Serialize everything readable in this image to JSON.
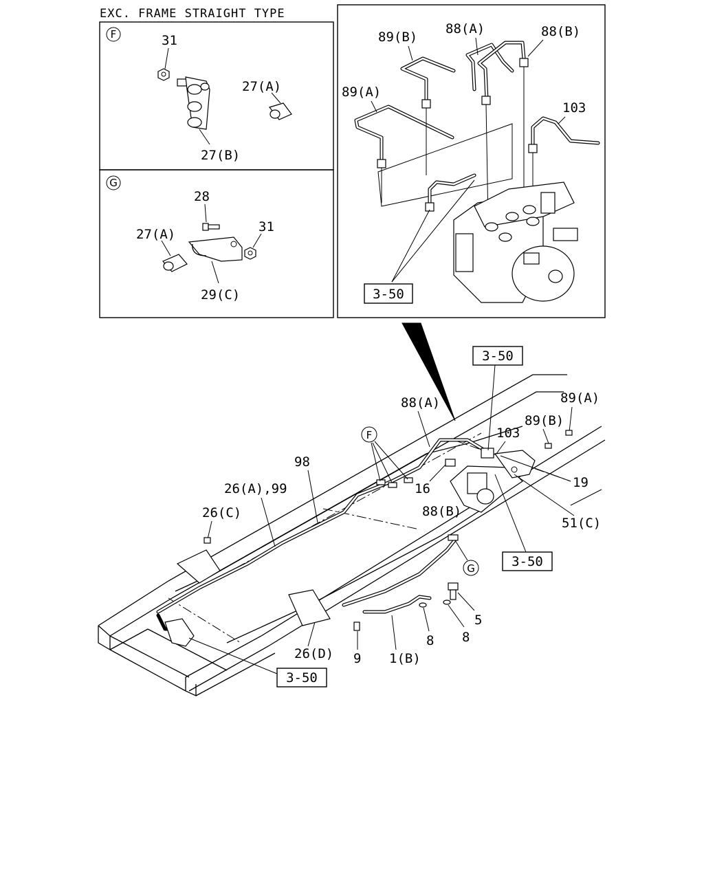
{
  "title": "EXC. FRAME STRAIGHT TYPE",
  "detail_f": {
    "marker": "F",
    "labels": {
      "nut": "31",
      "connector_a": "27(A)",
      "connector_b": "27(B)"
    }
  },
  "detail_g": {
    "marker": "G",
    "labels": {
      "bolt": "28",
      "nut": "31",
      "connector_a": "27(A)",
      "bracket": "29(C)"
    }
  },
  "hcu_detail": {
    "labels": {
      "pipe_89a": "89(A)",
      "pipe_89b": "89(B)",
      "pipe_88a": "88(A)",
      "pipe_88b": "88(B)",
      "pipe_103": "103",
      "ref": "3-50"
    }
  },
  "main": {
    "callout_f": "F",
    "callout_g": "G",
    "labels": {
      "ref_top": "3-50",
      "ref_mid": "3-50",
      "ref_bottom": "3-50",
      "pipe_88a": "88(A)",
      "pipe_89a": "89(A)",
      "pipe_89b": "89(B)",
      "pipe_103": "103",
      "part_19": "19",
      "part_51c": "51(C)",
      "part_98": "98",
      "part_26a99": "26(A),99",
      "part_26c": "26(C)",
      "part_16": "16",
      "pipe_88b": "88(B)",
      "part_26d": "26(D)",
      "part_1b": "1(B)",
      "part_9": "9",
      "part_8a": "8",
      "part_8b": "8",
      "part_5": "5"
    }
  }
}
